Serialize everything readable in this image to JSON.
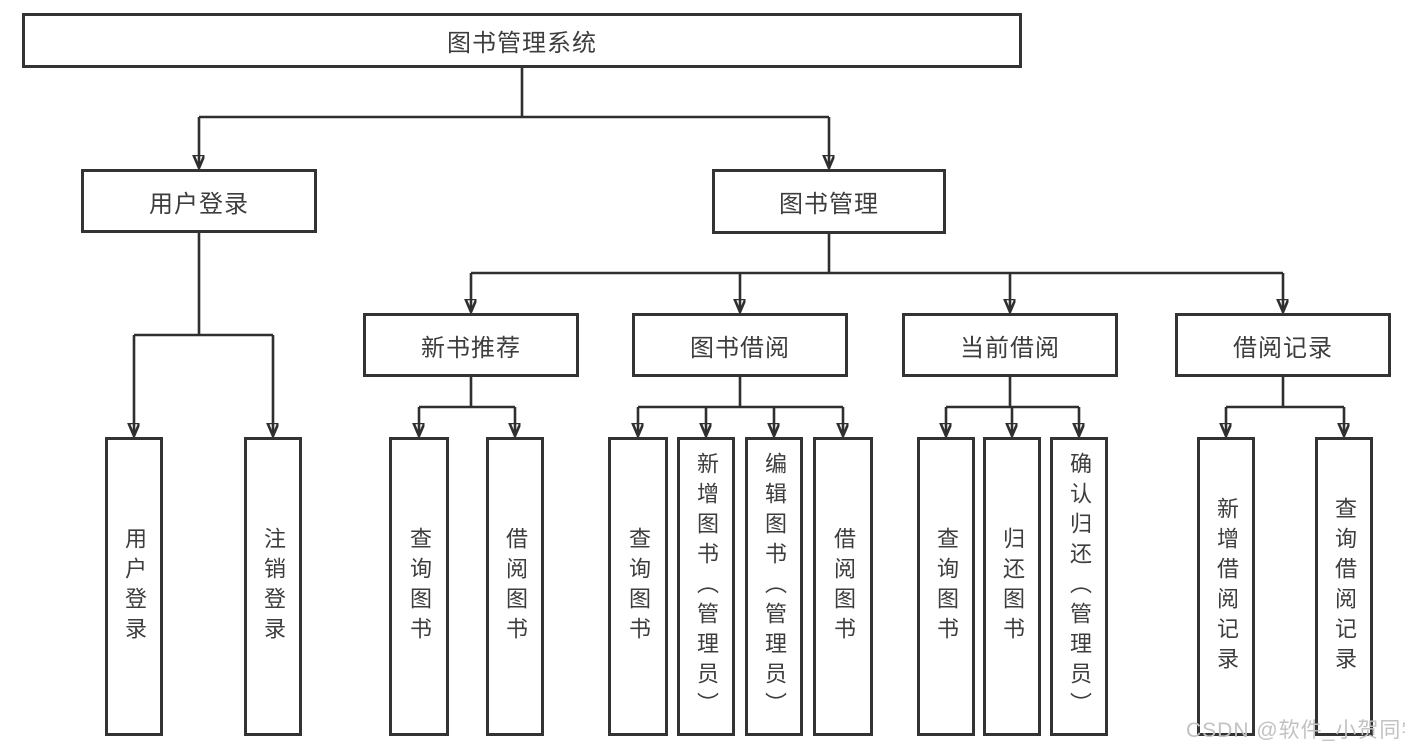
{
  "diagram": {
    "root": {
      "label": "图书管理系统"
    },
    "login_branch": {
      "label": "用户登录",
      "leaves": [
        {
          "label": "用户登录"
        },
        {
          "label": "注销登录"
        }
      ]
    },
    "mgmt_branch": {
      "label": "图书管理",
      "groups": [
        {
          "label": "新书推荐",
          "leaves": [
            {
              "label": "查询图书"
            },
            {
              "label": "借阅图书"
            }
          ]
        },
        {
          "label": "图书借阅",
          "leaves": [
            {
              "label": "查询图书"
            },
            {
              "label": "新增图书（管理员）"
            },
            {
              "label": "编辑图书（管理员）"
            },
            {
              "label": "借阅图书"
            }
          ]
        },
        {
          "label": "当前借阅",
          "leaves": [
            {
              "label": "查询图书"
            },
            {
              "label": "归还图书"
            },
            {
              "label": "确认归还（管理员）"
            }
          ]
        },
        {
          "label": "借阅记录",
          "leaves": [
            {
              "label": "新增借阅记录"
            },
            {
              "label": "查询借阅记录"
            }
          ]
        }
      ]
    }
  },
  "watermark": {
    "text": "CSDN @软件_小贺同学"
  },
  "colors": {
    "line": "#2f2f2f",
    "box_border": "#333333",
    "text": "#3d3d3d",
    "watermark": "#c2c2c2",
    "background": "#ffffff"
  }
}
